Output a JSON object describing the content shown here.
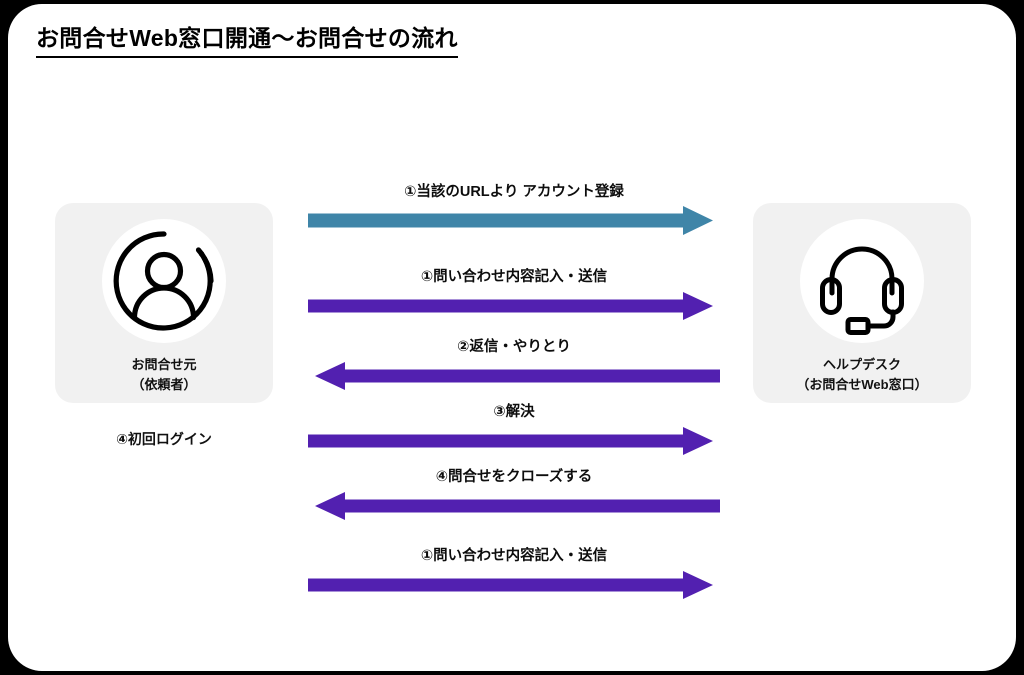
{
  "slide": {
    "title": "お問合せWeb窓口開通〜お問合せの流れ",
    "background_color": "#000000",
    "card_color": "#ffffff"
  },
  "colors": {
    "accent_teal": "#3f85a8",
    "accent_purple": "#5220b0",
    "box_gray": "#f1f1f1",
    "text": "#111111"
  },
  "actors": [
    {
      "id": "requester",
      "icon": "person-circle-icon",
      "label_line1": "お問合せ元",
      "label_line2": "（依頼者）",
      "note": "④初回ログイン"
    },
    {
      "id": "helpdesk",
      "icon": "headset-icon",
      "label_line1": "ヘルプデスク",
      "label_line2": "（お問合せWeb窓口）"
    }
  ],
  "messages": [
    {
      "step": "①",
      "label": "①当該のURLより  アカウント登録",
      "direction": "right",
      "color": "#3f85a8"
    },
    {
      "step": "①",
      "label": "①問い合わせ内容記入・送信",
      "direction": "right",
      "color": "#5220b0"
    },
    {
      "step": "②",
      "label": "②返信・やりとり",
      "direction": "left",
      "color": "#5220b0"
    },
    {
      "step": "③",
      "label": "③解決",
      "direction": "right",
      "color": "#5220b0"
    },
    {
      "step": "④",
      "label": "④問合せをクローズする",
      "direction": "left",
      "color": "#5220b0"
    },
    {
      "step": "①",
      "label": "①問い合わせ内容記入・送信",
      "direction": "right",
      "color": "#5220b0"
    }
  ]
}
